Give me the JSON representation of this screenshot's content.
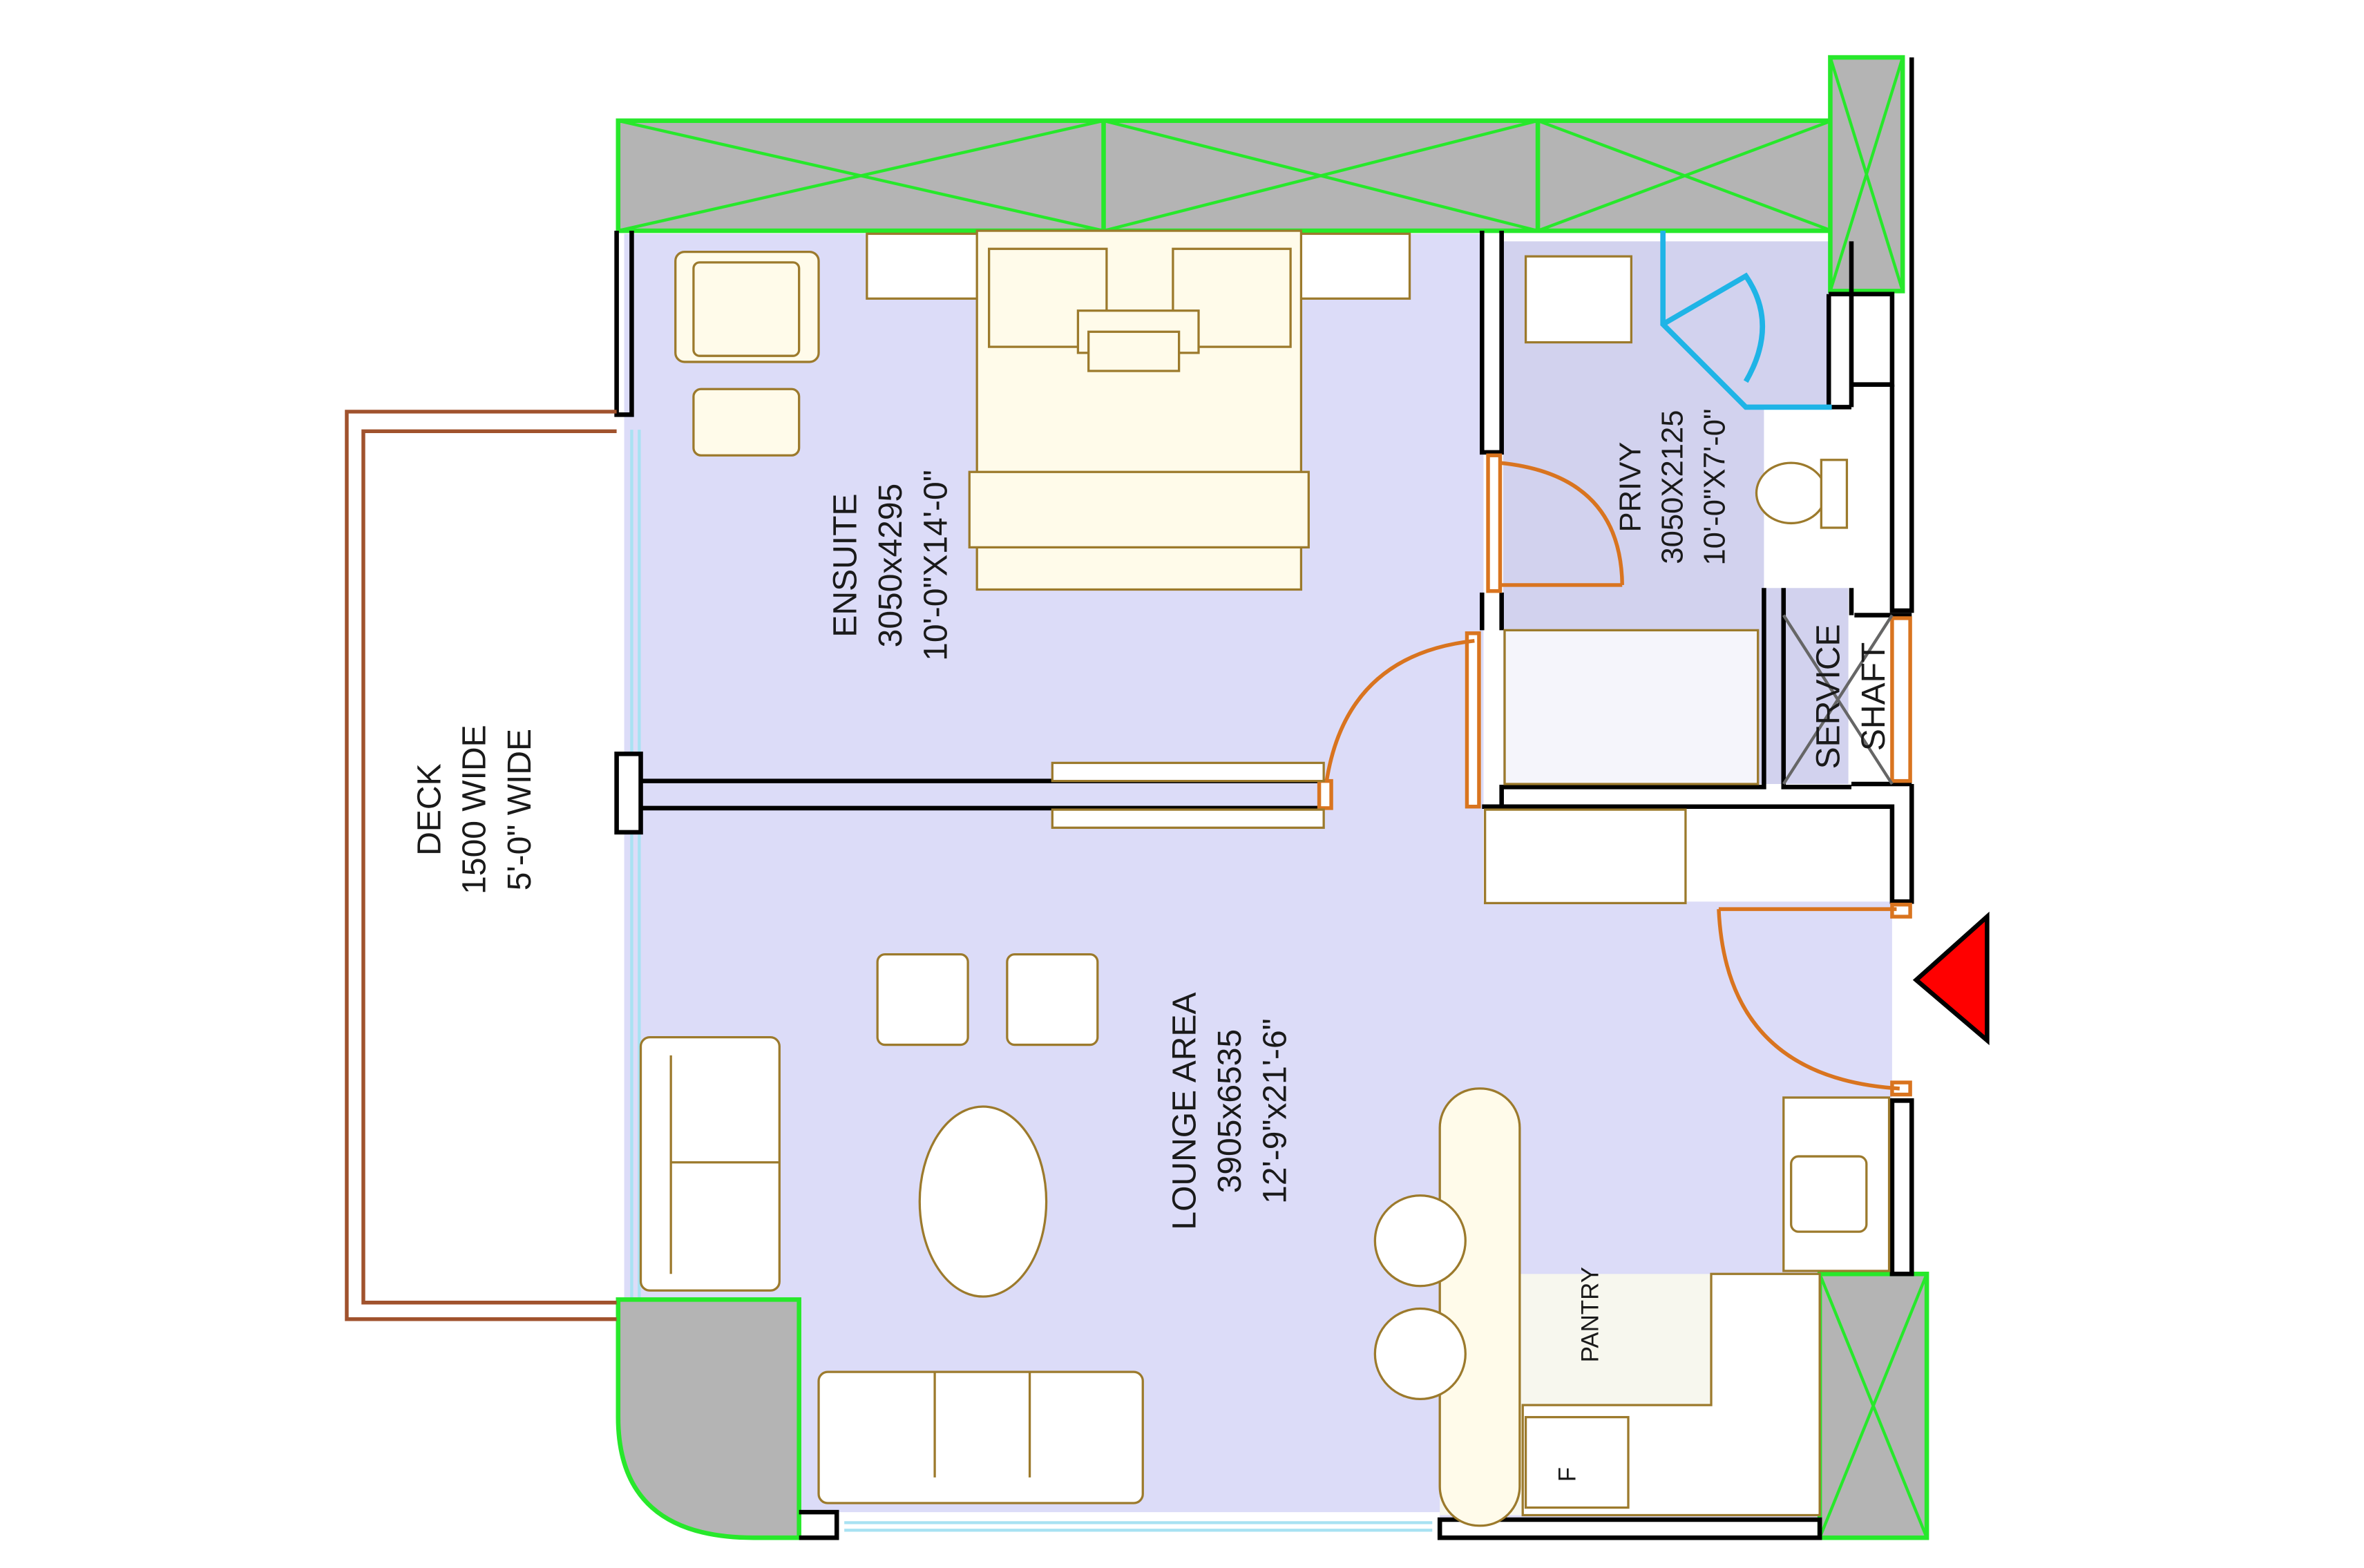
{
  "rooms": {
    "deck": {
      "name": "DECK",
      "size_mm": "1500 WIDE",
      "size_ft": "5'-0\" WIDE"
    },
    "ensuite": {
      "name": "ENSUITE",
      "size_mm": "3050x4295",
      "size_ft": "10'-0\"X14'-0\""
    },
    "lounge": {
      "name": "LOUNGE AREA",
      "size_mm": "3905x6535",
      "size_ft": "12'-9\"x21'-6\""
    },
    "privy": {
      "name": "PRIVY",
      "size_mm": "3050X2125",
      "size_ft": "10'-0\"X7'-0\""
    },
    "service_shaft": {
      "line1": "SERVICE",
      "line2": "SHAFT"
    },
    "pantry": {
      "name": "PANTRY"
    }
  },
  "fridge_mark": "F",
  "colors": {
    "floor": "#dcdcf8",
    "wall": "#000000",
    "structural_fill": "#b4b4b4",
    "structural_outline": "#27e82b",
    "furniture": "#9c7a2c",
    "door_swing": "#d9741f",
    "glazing": "#a8e2f2",
    "shower_screen": "#1fb4e6",
    "deck_rail": "#a0522d",
    "entry_marker": "#ff0000"
  },
  "entry_marker_icon": "red-triangle-entry-icon"
}
